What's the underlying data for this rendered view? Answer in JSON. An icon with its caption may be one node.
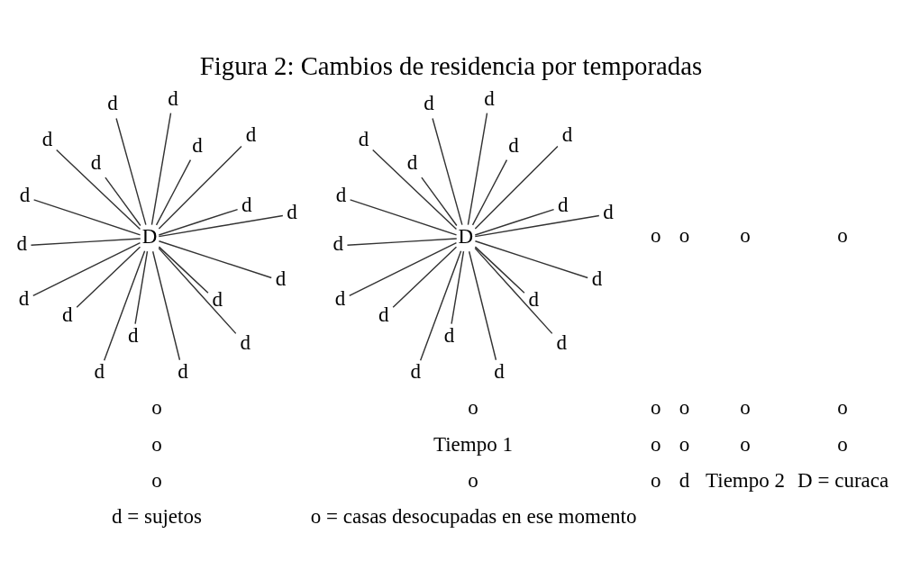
{
  "diagram": {
    "title": "Figura 2: Cambios de residencia por temporadas",
    "nodes": [
      {
        "text": [
          "D"
        ]
      },
      {
        "text": [
          "d"
        ]
      },
      {
        "text": [
          "d"
        ]
      },
      {
        "text": [
          "d"
        ]
      },
      {
        "text": [
          "d"
        ]
      },
      {
        "text": [
          "d"
        ]
      },
      {
        "text": [
          "d"
        ]
      },
      {
        "text": [
          "d"
        ]
      },
      {
        "text": [
          "d"
        ]
      },
      {
        "text": [
          "d"
        ]
      },
      {
        "text": [
          "d"
        ]
      },
      {
        "text": [
          "d"
        ]
      },
      {
        "text": [
          "d"
        ]
      },
      {
        "text": [
          "d"
        ]
      },
      {
        "text": [
          "d"
        ]
      },
      {
        "text": [
          "d"
        ]
      },
      {
        "text": [
          "d"
        ]
      },
      {
        "text": [
          "d"
        ]
      },
      {
        "text": [
          "d"
        ]
      },
      {
        "text": [
          "D"
        ]
      },
      {
        "text": [
          "d"
        ]
      },
      {
        "text": [
          "d"
        ]
      },
      {
        "text": [
          "d"
        ]
      },
      {
        "text": [
          "d"
        ]
      },
      {
        "text": [
          "d"
        ]
      },
      {
        "text": [
          "d"
        ]
      },
      {
        "text": [
          "d"
        ]
      },
      {
        "text": [
          "d"
        ]
      },
      {
        "text": [
          "d"
        ]
      },
      {
        "text": [
          "d"
        ]
      },
      {
        "text": [
          "d"
        ]
      },
      {
        "text": [
          "d"
        ]
      },
      {
        "text": [
          "d"
        ]
      },
      {
        "text": [
          "d"
        ]
      },
      {
        "text": [
          "d"
        ]
      },
      {
        "text": [
          "d"
        ]
      },
      {
        "text": [
          "d"
        ]
      },
      {
        "text": [
          "d"
        ]
      }
    ],
    "edges": [
      {
        "from": 0,
        "to": 1,
        "arrow": "none"
      },
      {
        "from": 0,
        "to": 2,
        "arrow": "none"
      },
      {
        "from": 0,
        "to": 3,
        "arrow": "none"
      },
      {
        "from": 0,
        "to": 4,
        "arrow": "none"
      },
      {
        "from": 0,
        "to": 5,
        "arrow": "none"
      },
      {
        "from": 0,
        "to": 6,
        "arrow": "none"
      },
      {
        "from": 0,
        "to": 7,
        "arrow": "none"
      },
      {
        "from": 0,
        "to": 8,
        "arrow": "none"
      },
      {
        "from": 0,
        "to": 9,
        "arrow": "none"
      },
      {
        "from": 0,
        "to": 10,
        "arrow": "none"
      },
      {
        "from": 0,
        "to": 11,
        "arrow": "none"
      },
      {
        "from": 0,
        "to": 12,
        "arrow": "none"
      },
      {
        "from": 0,
        "to": 13,
        "arrow": "none"
      },
      {
        "from": 0,
        "to": 14,
        "arrow": "none"
      },
      {
        "from": 0,
        "to": 15,
        "arrow": "none"
      },
      {
        "from": 0,
        "to": 16,
        "arrow": "none"
      },
      {
        "from": 0,
        "to": 17,
        "arrow": "none"
      },
      {
        "from": 0,
        "to": 18,
        "arrow": "none"
      },
      {
        "from": 19,
        "to": 20,
        "arrow": "none"
      },
      {
        "from": 19,
        "to": 21,
        "arrow": "none"
      },
      {
        "from": 19,
        "to": 22,
        "arrow": "none"
      },
      {
        "from": 19,
        "to": 23,
        "arrow": "none"
      },
      {
        "from": 19,
        "to": 24,
        "arrow": "none"
      },
      {
        "from": 19,
        "to": 25,
        "arrow": "none"
      },
      {
        "from": 19,
        "to": 26,
        "arrow": "none"
      },
      {
        "from": 19,
        "to": 27,
        "arrow": "none"
      },
      {
        "from": 19,
        "to": 28,
        "arrow": "none"
      },
      {
        "from": 19,
        "to": 29,
        "arrow": "none"
      },
      {
        "from": 19,
        "to": 30,
        "arrow": "none"
      },
      {
        "from": 19,
        "to": 31,
        "arrow": "none"
      },
      {
        "from": 19,
        "to": 32,
        "arrow": "none"
      },
      {
        "from": 19,
        "to": 33,
        "arrow": "none"
      },
      {
        "from": 19,
        "to": 34,
        "arrow": "none"
      },
      {
        "from": 19,
        "to": 35,
        "arrow": "none"
      },
      {
        "from": 19,
        "to": 36,
        "arrow": "none"
      },
      {
        "from": 19,
        "to": 37,
        "arrow": "none"
      }
    ],
    "labels": [
      "o",
      "o",
      "o",
      "o",
      "o",
      "o",
      "o",
      "o",
      "o",
      "o",
      "o",
      "Tiempo 1",
      "o",
      "o",
      "o",
      "o",
      "o",
      "o",
      "o",
      "d",
      "Tiempo 2",
      "D = curaca",
      "d = sujetos",
      "o = casas desocupadas en ese momento"
    ]
  }
}
